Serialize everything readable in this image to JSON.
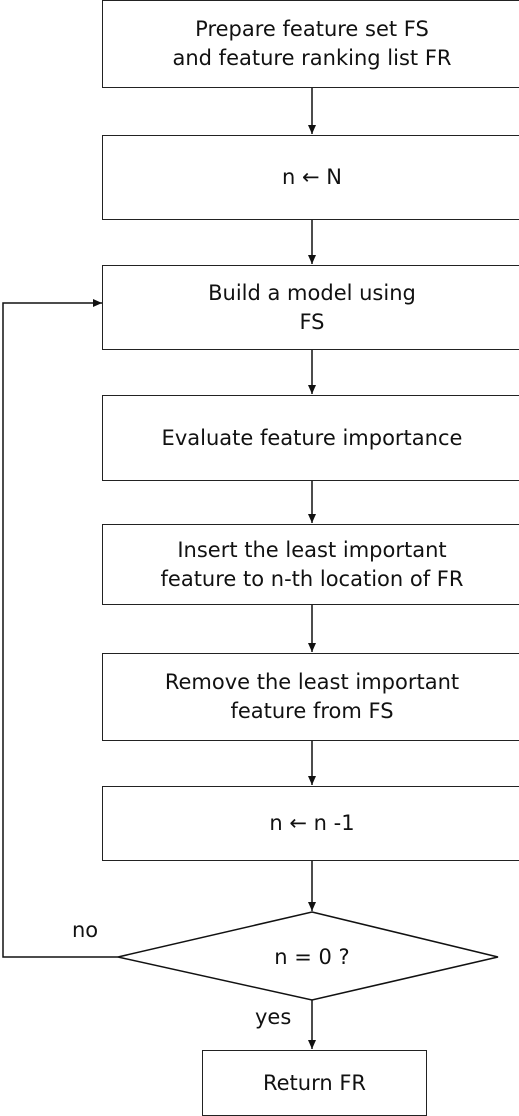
{
  "steps": [
    {
      "id": "prepare",
      "text": "Prepare feature set FS\nand feature ranking list FR"
    },
    {
      "id": "init-n",
      "text": "n ← N"
    },
    {
      "id": "build-model",
      "text": "Build a model using\nFS"
    },
    {
      "id": "evaluate",
      "text": "Evaluate feature importance"
    },
    {
      "id": "insert",
      "text": "Insert the least important\nfeature to n-th location of FR"
    },
    {
      "id": "remove",
      "text": "Remove the least important\nfeature from FS"
    },
    {
      "id": "decrement",
      "text": "n ← n -1"
    }
  ],
  "decision": {
    "text": "n = 0 ?",
    "no_label": "no",
    "yes_label": "yes"
  },
  "terminal": {
    "text": "Return FR"
  }
}
